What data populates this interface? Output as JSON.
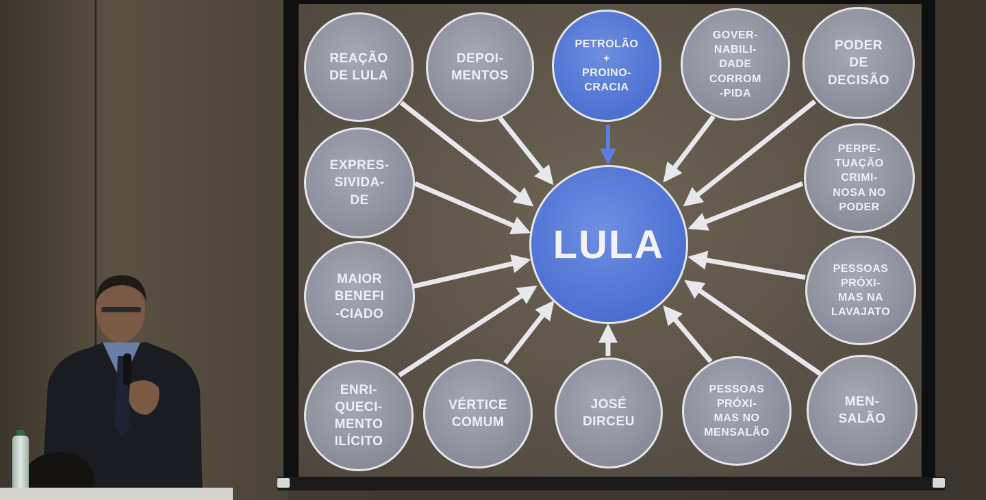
{
  "scene": {
    "description_colors": {
      "node_grey": "#8a8c99",
      "node_blue": "#4a6fd0",
      "arrow": "#e8e8ec",
      "text": "#eef0f6"
    }
  },
  "slide": {
    "center_label": "LULA",
    "nodes": [
      {
        "id": "reacao",
        "label": "REAÇÃO\nDE LULA",
        "style": "grey"
      },
      {
        "id": "depoimentos",
        "label": "DEPOI-\nMENTOS",
        "style": "grey"
      },
      {
        "id": "petrolao",
        "label": "PETROLÃO\n+\nPROINO-\nCRACIA",
        "style": "blue"
      },
      {
        "id": "governabilidade",
        "label": "GOVER-\nNABILI-\nDADE\nCORROM\n-PIDA",
        "style": "grey"
      },
      {
        "id": "poder",
        "label": "PODER\nDE\nDECISÃO",
        "style": "grey"
      },
      {
        "id": "expressividade",
        "label": "EXPRES-\nSIVIDA-\nDE",
        "style": "grey"
      },
      {
        "id": "perpetuacao",
        "label": "PERPE-\nTUAÇÃO\nCRIMI-\nNOSA NO\nPODER",
        "style": "grey"
      },
      {
        "id": "maior",
        "label": "MAIOR\nBENEFI\n-CIADO",
        "style": "grey"
      },
      {
        "id": "pessoas_lava",
        "label": "PESSOAS\nPRÓXI-\nMAS NA\nLAVAJATO",
        "style": "grey"
      },
      {
        "id": "enriquecimento",
        "label": "ENRI-\nQUECI-\nMENTO\nILÍCITO",
        "style": "grey"
      },
      {
        "id": "vertice",
        "label": "VÉRTICE\nCOMUM",
        "style": "grey"
      },
      {
        "id": "dirceu",
        "label": "JOSÉ\nDIRCEU",
        "style": "grey"
      },
      {
        "id": "pessoas_mens",
        "label": "PESSOAS\nPRÓXI-\nMAS NO\nMENSALÃO",
        "style": "grey"
      },
      {
        "id": "mensalao",
        "label": "MEN-\nSALÃO",
        "style": "grey"
      }
    ]
  }
}
